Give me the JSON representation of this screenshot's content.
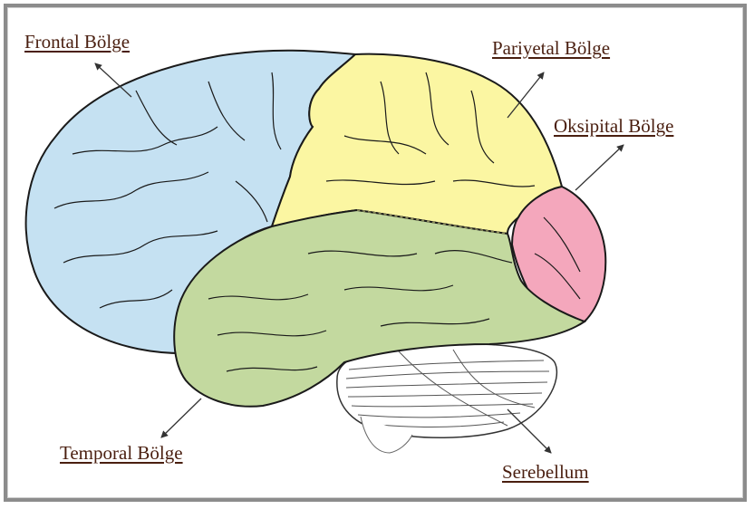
{
  "labels": {
    "frontal": "Frontal Bölge",
    "pariyetal": "Pariyetal Bölge",
    "oksipital": "Oksipital Bölge",
    "temporal": "Temporal Bölge",
    "serebellum": "Serebellum"
  },
  "colors": {
    "frontal": "#c5e1f2",
    "pariyetal": "#fbf6a2",
    "oksipital": "#f4a7bc",
    "temporal": "#c3d99f",
    "serebellum": "#ffffff",
    "outline": "#1a1a1a",
    "label_text": "#4a1f10",
    "frame": "#8c8c8c"
  }
}
